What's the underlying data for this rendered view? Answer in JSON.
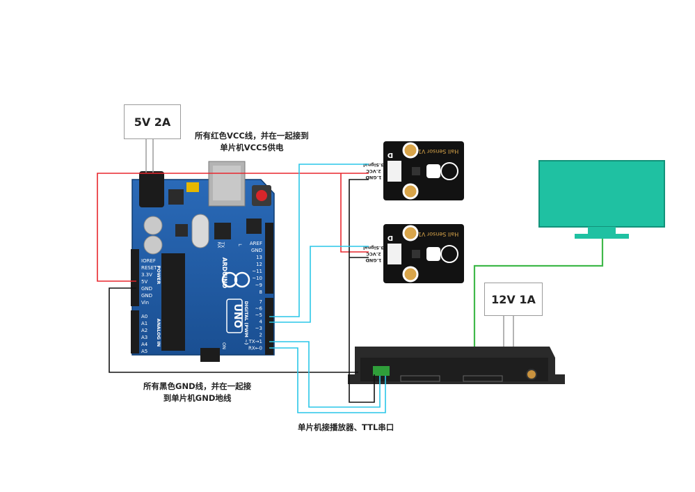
{
  "power_labels": {
    "arduino_supply": "5V 2A",
    "player_supply": "12V 1A"
  },
  "notes": {
    "vcc": [
      "所有红色VCC线，并在一起接到",
      "单片机VCC5供电"
    ],
    "gnd": [
      "所有黑色GND线，并在一起接",
      "到单片机GND地线"
    ],
    "serial": "单片机接播放器、TTL串口"
  },
  "arduino": {
    "brand": "ARDUINO",
    "model": "UNO",
    "power_pins": [
      "IOREF",
      "RESET",
      "3.3V",
      "5V",
      "GND",
      "GND",
      "Vin"
    ],
    "power_title": "POWER",
    "analog_pins": [
      "A0",
      "A1",
      "A2",
      "A3",
      "A4",
      "A5"
    ],
    "analog_title": "ANALOG IN",
    "digital_pins": [
      "AREF",
      "GND",
      "13",
      "12",
      "~11",
      "~10",
      "~9",
      "8",
      "7",
      "~6",
      "~5",
      "4",
      "~3",
      "2",
      "TX→1",
      "RX←0"
    ],
    "digital_title": "DIGITAL (PWM ~)",
    "led_labels": [
      "L",
      "TX",
      "RX",
      "ON"
    ]
  },
  "sensors": [
    {
      "title": "Hall Sensor V1",
      "pins": [
        "3.Signal",
        "2.VCC",
        "1.GND"
      ],
      "symbol": "D"
    },
    {
      "title": "Hall Sensor V1",
      "pins": [
        "3.Signal",
        "2.VCC",
        "1.GND"
      ],
      "symbol": "D"
    }
  ],
  "colors": {
    "vcc_wire": "#e8262d",
    "gnd_wire": "#111111",
    "signal_wire": "#29c6e8",
    "player_wire": "#3fb84a",
    "board": "#1f5da8",
    "monitor": "#1fc1a2"
  }
}
